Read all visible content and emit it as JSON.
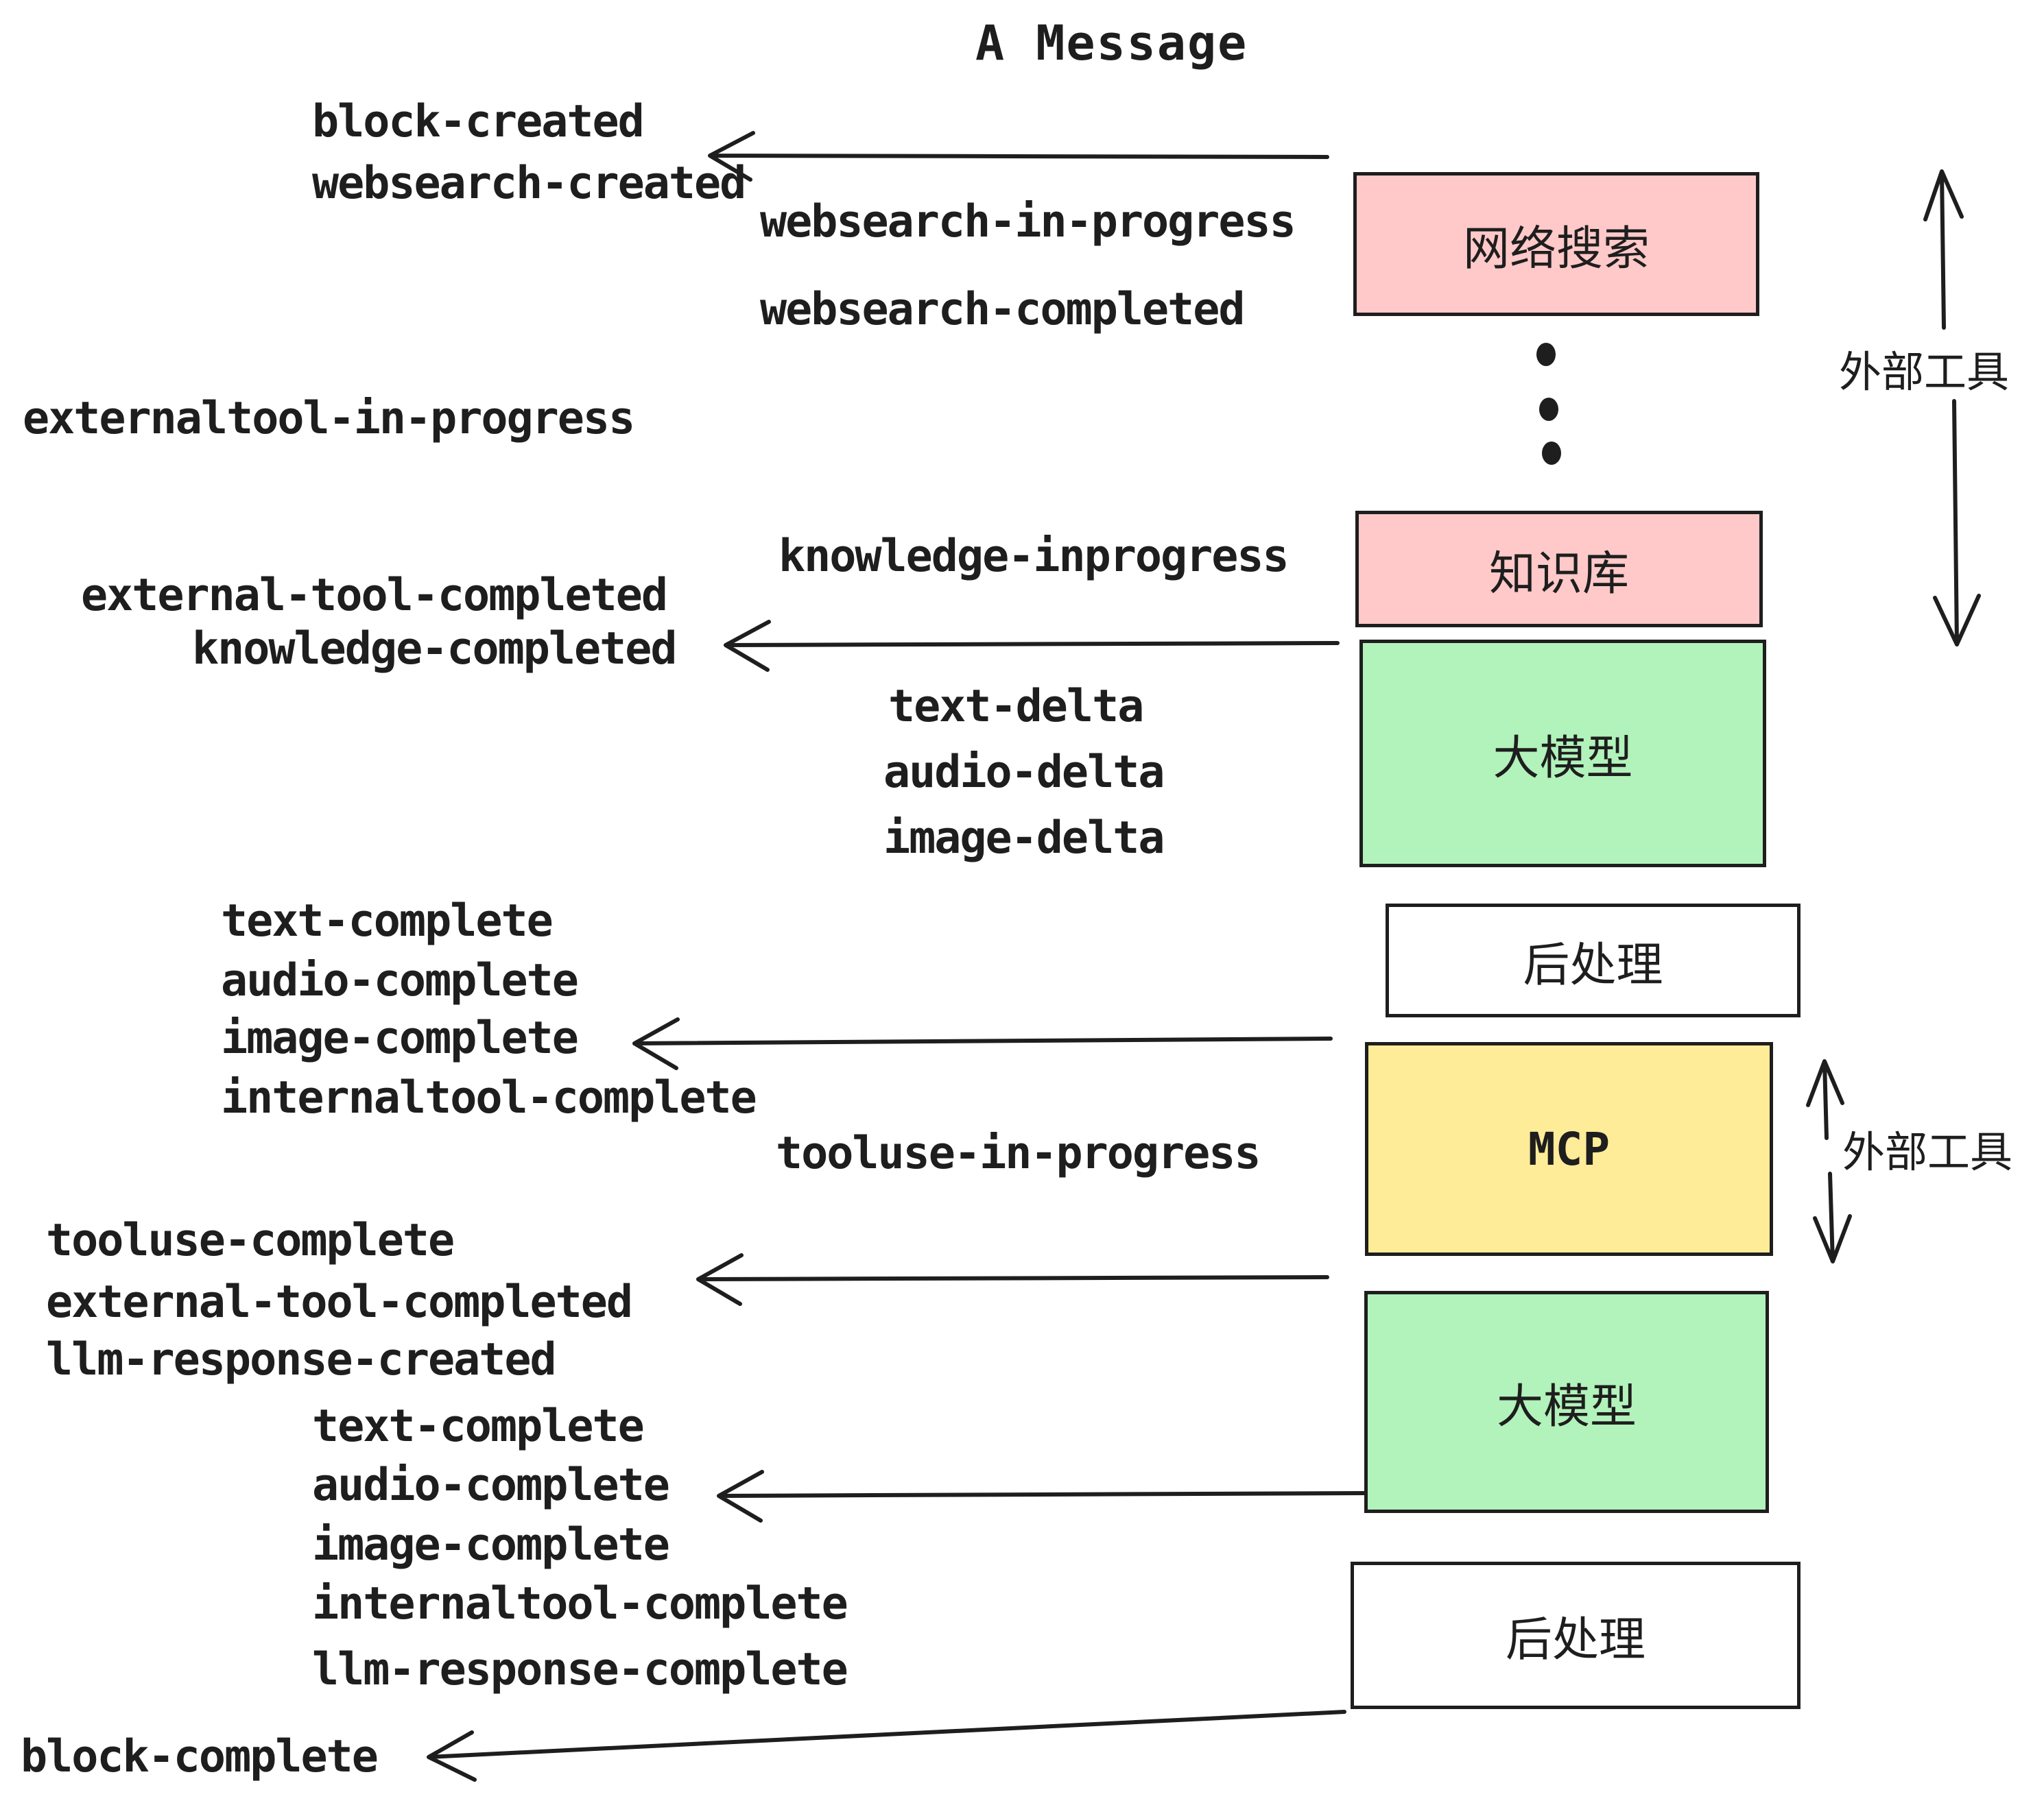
{
  "title": "A Message",
  "colors": {
    "ink": "#1e1e1e",
    "box_pink": "#ffc9c9",
    "box_green": "#b2f2bb",
    "box_yellow": "#ffec99",
    "box_white": "#ffffff"
  },
  "boxes": [
    {
      "id": "websearch",
      "label": "网络搜索",
      "color": "#ffc9c9"
    },
    {
      "id": "knowledge",
      "label": "知识库",
      "color": "#ffc9c9"
    },
    {
      "id": "llm-1",
      "label": "大模型",
      "color": "#b2f2bb"
    },
    {
      "id": "postprocess-1",
      "label": "后处理",
      "color": "#ffffff"
    },
    {
      "id": "mcp",
      "label": "MCP",
      "color": "#ffec99"
    },
    {
      "id": "llm-2",
      "label": "大模型",
      "color": "#b2f2bb"
    },
    {
      "id": "postprocess-2",
      "label": "后处理",
      "color": "#ffffff"
    }
  ],
  "side_labels": [
    {
      "text": "外部工具"
    },
    {
      "text": "外部工具"
    }
  ],
  "events": [
    {
      "text": "block-created"
    },
    {
      "text": "websearch-created"
    },
    {
      "text": "websearch-in-progress"
    },
    {
      "text": "websearch-completed"
    },
    {
      "text": "externaltool-in-progress"
    },
    {
      "text": "knowledge-inprogress"
    },
    {
      "text": "external-tool-completed"
    },
    {
      "text": "knowledge-completed"
    },
    {
      "text": "text-delta"
    },
    {
      "text": "audio-delta"
    },
    {
      "text": "image-delta"
    },
    {
      "text": "text-complete"
    },
    {
      "text": "audio-complete"
    },
    {
      "text": "image-complete"
    },
    {
      "text": "internaltool-complete"
    },
    {
      "text": "tooluse-in-progress"
    },
    {
      "text": "tooluse-complete"
    },
    {
      "text": "external-tool-completed"
    },
    {
      "text": "llm-response-created"
    },
    {
      "text": "text-complete"
    },
    {
      "text": "audio-complete"
    },
    {
      "text": "image-complete"
    },
    {
      "text": "internaltool-complete"
    },
    {
      "text": "llm-response-complete"
    },
    {
      "text": "block-complete"
    }
  ]
}
